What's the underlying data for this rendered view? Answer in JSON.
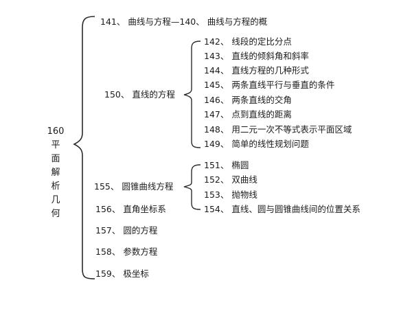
{
  "root": {
    "number": "160",
    "title_chars": [
      "平",
      "面",
      "解",
      "析",
      "几",
      "何"
    ]
  },
  "top": {
    "n141": "141",
    "l141": "曲线与方程",
    "connector": "—",
    "n140": "140",
    "l140": "曲线与方程的概"
  },
  "line_equation": {
    "number": "150",
    "label": "直线的方程",
    "items": [
      {
        "number": "142",
        "label": "线段的定比分点"
      },
      {
        "number": "143",
        "label": "直线的倾斜角和斜率"
      },
      {
        "number": "144",
        "label": "直线方程的几种形式"
      },
      {
        "number": "145",
        "label": "两条直线平行与垂直的条件"
      },
      {
        "number": "146",
        "label": "两条直线的交角"
      },
      {
        "number": "147",
        "label": "点到直线的距离"
      },
      {
        "number": "148",
        "label": "用二元一次不等式表示平面区域"
      },
      {
        "number": "149",
        "label": "简单的线性规划问题"
      }
    ]
  },
  "conic": {
    "number": "155",
    "label": "圆锥曲线方程",
    "items": [
      {
        "number": "151",
        "label": "椭圆"
      },
      {
        "number": "152",
        "label": "双曲线"
      },
      {
        "number": "153",
        "label": "抛物线"
      },
      {
        "number": "154",
        "label": "直线、圆与圆锥曲线间的位置关系"
      }
    ]
  },
  "others": [
    {
      "number": "156",
      "label": "直角坐标系"
    },
    {
      "number": "157",
      "label": "圆的方程"
    },
    {
      "number": "158",
      "label": "参数方程"
    },
    {
      "number": "159",
      "label": "极坐标"
    }
  ],
  "separator": "、",
  "colors": {
    "text": "#1a1a1a",
    "bracket": "#2a2a2a",
    "background": "#ffffff"
  }
}
